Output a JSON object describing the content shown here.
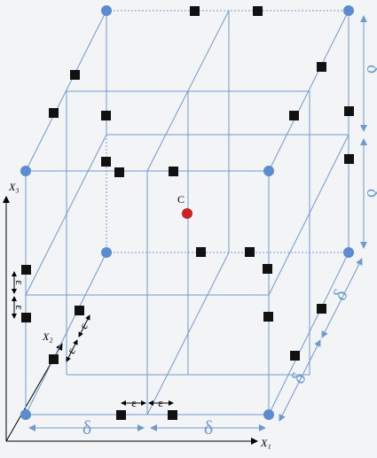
{
  "diagram": {
    "axes": {
      "x1": "X₁",
      "x2": "X₂",
      "x3": "X₃"
    },
    "center_label": "C",
    "delta": "δ",
    "epsilon": "ε",
    "colors": {
      "background": "#f3f4f5",
      "edge": "#6f9ad0",
      "corner_point": "#5b8ccf",
      "square_point": "#111111",
      "center_point": "#cc2222",
      "dimension_line": "#6f9ad0",
      "axis": "#000000"
    }
  }
}
